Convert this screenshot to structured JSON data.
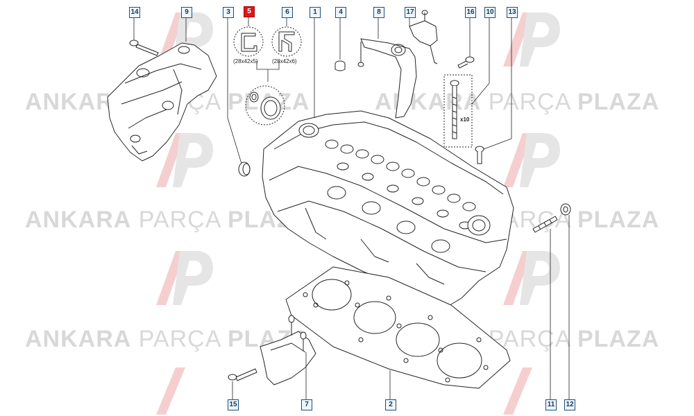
{
  "watermark": {
    "word1": "ANKARA",
    "word2": "PARÇA",
    "word3": "PLAZA",
    "logo_letters": "AP",
    "colors": {
      "text": "#d8d8d8",
      "logo_red": "#f4caca",
      "logo_gray": "#e2e2e2"
    }
  },
  "callouts": [
    {
      "id": "c14",
      "label": "14",
      "highlight": false
    },
    {
      "id": "c9",
      "label": "9",
      "highlight": false
    },
    {
      "id": "c3",
      "label": "3",
      "highlight": false
    },
    {
      "id": "c5",
      "label": "5",
      "highlight": true
    },
    {
      "id": "c6",
      "label": "6",
      "highlight": false
    },
    {
      "id": "c1",
      "label": "1",
      "highlight": false
    },
    {
      "id": "c4",
      "label": "4",
      "highlight": false
    },
    {
      "id": "c8",
      "label": "8",
      "highlight": false
    },
    {
      "id": "c17",
      "label": "17",
      "highlight": false
    },
    {
      "id": "c16",
      "label": "16",
      "highlight": false
    },
    {
      "id": "c10",
      "label": "10",
      "highlight": false
    },
    {
      "id": "c13",
      "label": "13",
      "highlight": false
    },
    {
      "id": "c15",
      "label": "15",
      "highlight": false
    },
    {
      "id": "c7",
      "label": "7",
      "highlight": false
    },
    {
      "id": "c2",
      "label": "2",
      "highlight": false
    },
    {
      "id": "c11",
      "label": "11",
      "highlight": false
    },
    {
      "id": "c12",
      "label": "12",
      "highlight": false
    }
  ],
  "seal_sizes": {
    "seal_5": "(28x42x5)",
    "seal_6": "(28x42x6)"
  },
  "bolt_quantity": "x10",
  "colors": {
    "line": "#222222",
    "callout_border": "#1a4f7a",
    "highlight": "#d91a1a"
  }
}
